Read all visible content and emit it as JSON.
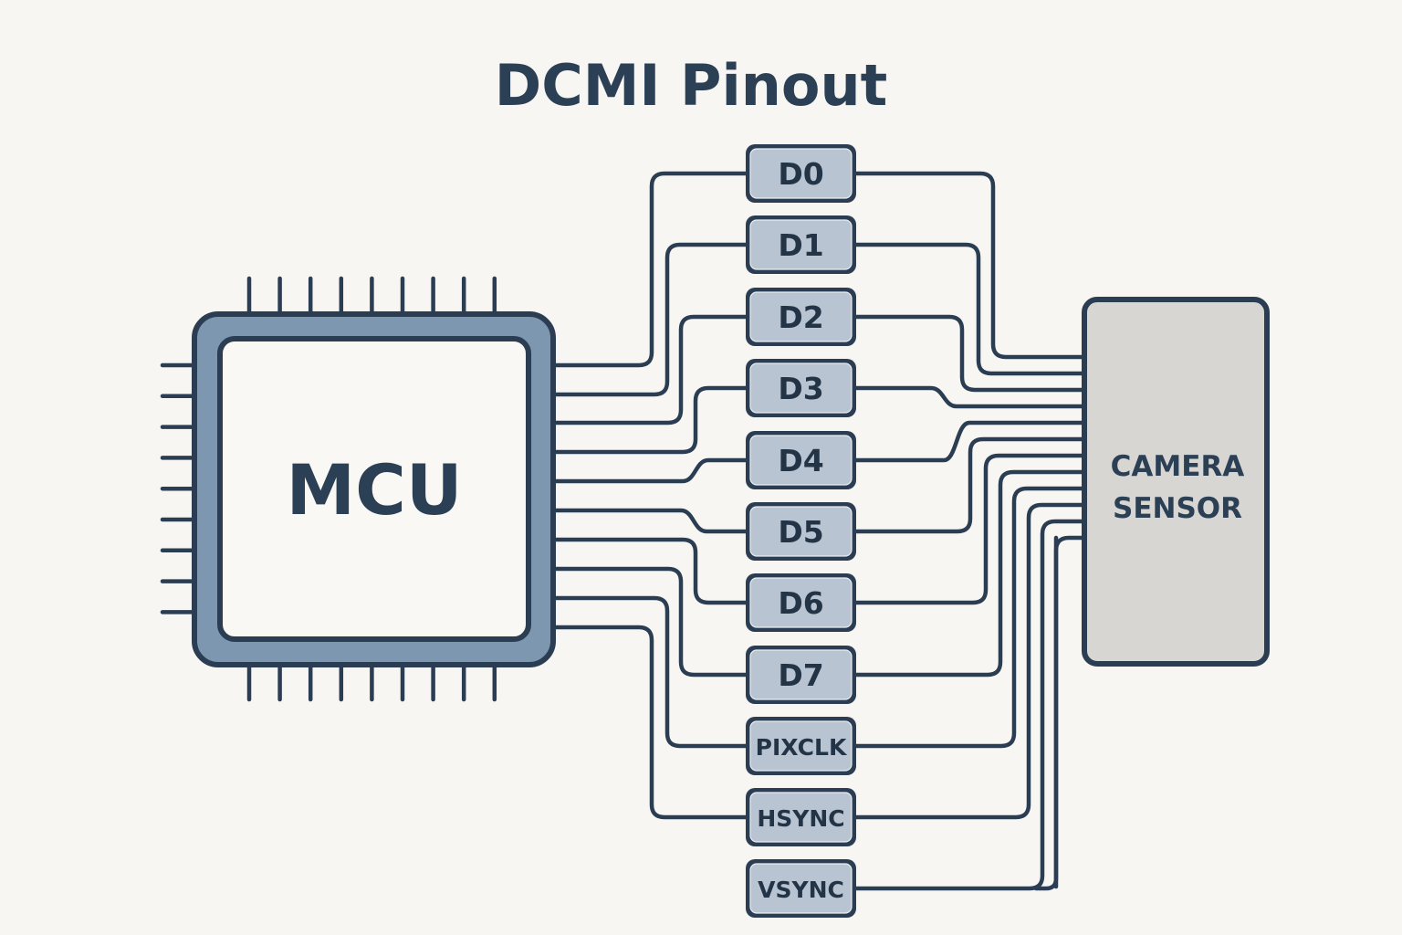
{
  "title": "DCMI Pinout",
  "mcu": {
    "label": "MCU",
    "pins_per_side": 9
  },
  "camera": {
    "label_line1": "CAMERA",
    "label_line2": "SENSOR"
  },
  "colors": {
    "background": "#f8f6f2",
    "ink": "#2b3d52",
    "mcu_frame": "#7e97b0",
    "mcu_core": "#f9f8f5",
    "pin_box_fill": "#b8c4d1",
    "camera_fill": "#d8d6d2"
  },
  "signals": [
    {
      "name": "D0",
      "connects_mcu": true
    },
    {
      "name": "D1",
      "connects_mcu": true
    },
    {
      "name": "D2",
      "connects_mcu": true
    },
    {
      "name": "D3",
      "connects_mcu": true
    },
    {
      "name": "D4",
      "connects_mcu": true
    },
    {
      "name": "D5",
      "connects_mcu": true
    },
    {
      "name": "D6",
      "connects_mcu": true
    },
    {
      "name": "D7",
      "connects_mcu": true
    },
    {
      "name": "PIXCLK",
      "connects_mcu": true
    },
    {
      "name": "HSYNC",
      "connects_mcu": true
    },
    {
      "name": "VSYNC",
      "connects_mcu": false
    }
  ]
}
